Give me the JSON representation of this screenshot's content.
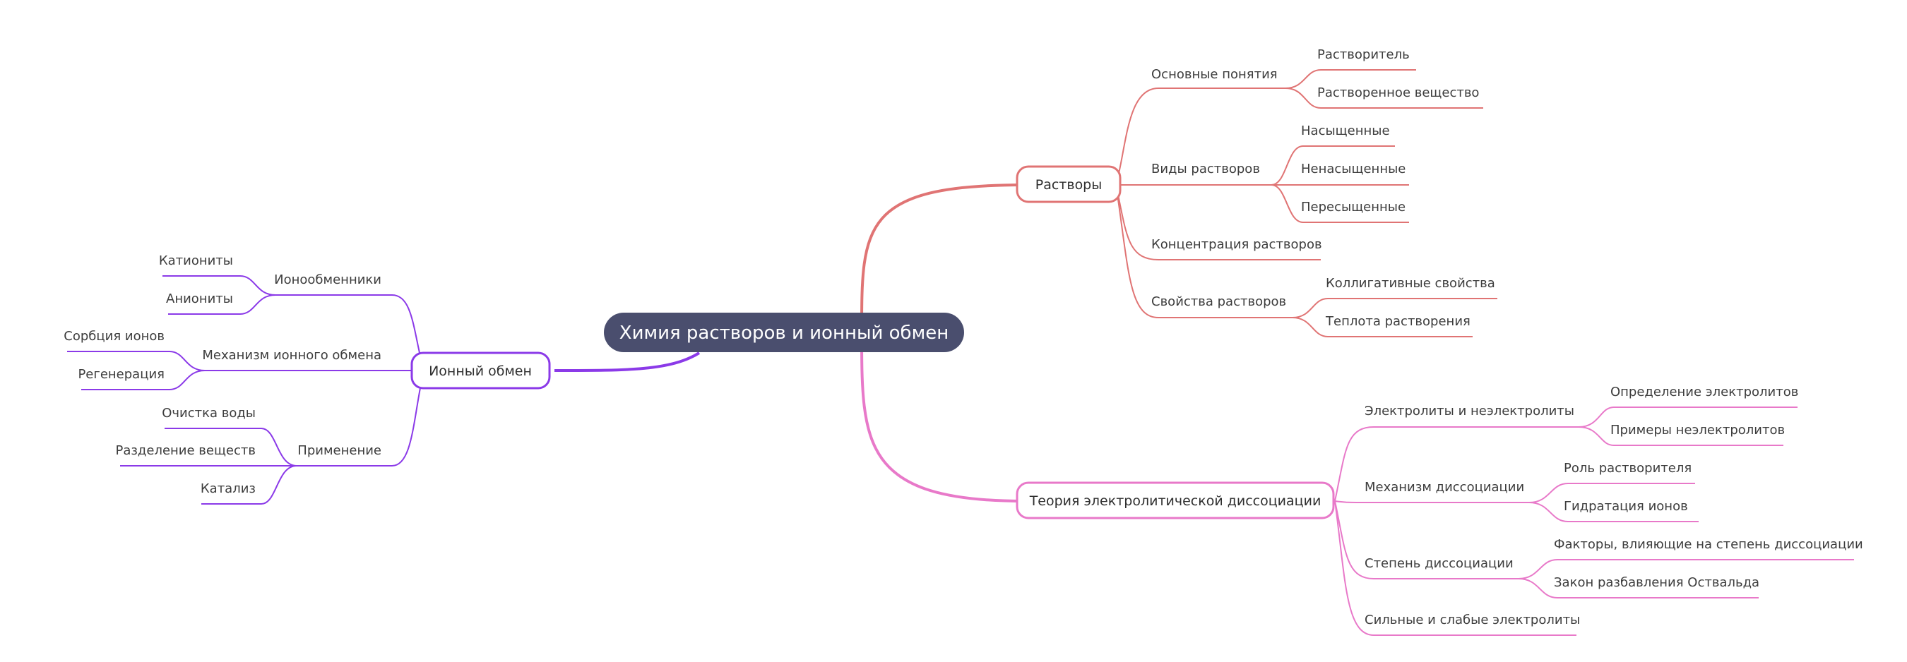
{
  "colors": {
    "root_fill": "#4a4e6e",
    "branch_solutions": "#e07474",
    "branch_dissociation": "#e879c9",
    "branch_ion_exchange": "#8b3ae8"
  },
  "root": {
    "label": "Химия растворов и ионный обмен"
  },
  "branches": {
    "solutions": {
      "label": "Растворы",
      "basic": {
        "label": "Основные понятия",
        "solvent": "Растворитель",
        "solute": "Растворенное вещество"
      },
      "types": {
        "label": "Виды растворов",
        "saturated": "Насыщенные",
        "unsaturated": "Ненасыщенные",
        "supersaturated": "Пересыщенные"
      },
      "concentration": {
        "label": "Концентрация растворов"
      },
      "properties": {
        "label": "Свойства растворов",
        "colligative": "Коллигативные свойства",
        "heat": "Теплота растворения"
      }
    },
    "dissociation": {
      "label": "Теория электролитической диссоциации",
      "electrolytes": {
        "label": "Электролиты и неэлектролиты",
        "definition": "Определение электролитов",
        "examples": "Примеры неэлектролитов"
      },
      "mechanism": {
        "label": "Механизм диссоциации",
        "solvent_role": "Роль растворителя",
        "hydration": "Гидратация ионов"
      },
      "degree": {
        "label": "Степень диссоциации",
        "factors": "Факторы, влияющие на степень диссоциации",
        "ostwald": "Закон разбавления Оствальда"
      },
      "strong_weak": {
        "label": "Сильные и слабые электролиты"
      }
    },
    "ion_exchange": {
      "label": "Ионный обмен",
      "exchangers": {
        "label": "Ионообменники",
        "cationites": "Катиониты",
        "anionites": "Аниониты"
      },
      "mechanism": {
        "label": "Механизм ионного обмена",
        "sorption": "Сорбция ионов",
        "regeneration": "Регенерация"
      },
      "application": {
        "label": "Применение",
        "water": "Очистка воды",
        "separation": "Разделение веществ",
        "catalysis": "Катализ"
      }
    }
  }
}
